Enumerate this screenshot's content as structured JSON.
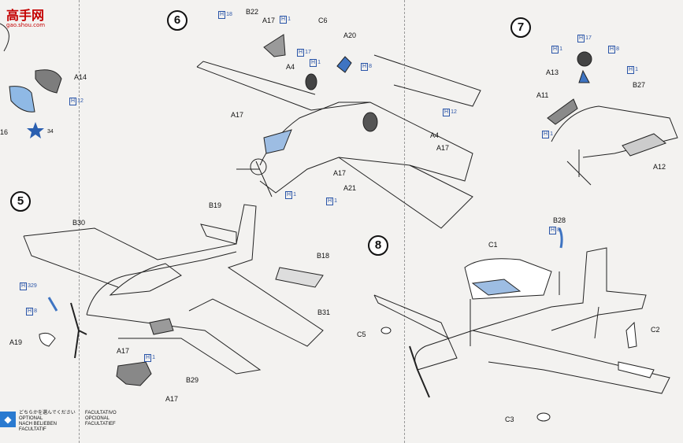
{
  "watermark": {
    "title": "高手网",
    "subtitle": "gao.shou.com"
  },
  "steps": [
    {
      "number": "5"
    },
    {
      "number": "6"
    },
    {
      "number": "7"
    },
    {
      "number": "8"
    }
  ],
  "left_partial": {
    "labels": [
      "A14",
      "16"
    ],
    "hbox": {
      "code": "H",
      "num": "12"
    },
    "star_ref": "34"
  },
  "step6": {
    "labels": [
      "B22",
      "A17",
      "C6",
      "A20",
      "A4",
      "A17",
      "A4",
      "A17",
      "A17",
      "A21"
    ],
    "hboxes": [
      {
        "code": "H",
        "num": "18"
      },
      {
        "code": "H",
        "num": "1"
      },
      {
        "code": "H",
        "num": "17"
      },
      {
        "code": "H",
        "num": "1"
      },
      {
        "code": "H",
        "num": "8"
      },
      {
        "code": "H",
        "num": "12"
      },
      {
        "code": "H",
        "num": "1"
      },
      {
        "code": "H",
        "num": "1"
      }
    ]
  },
  "step7": {
    "labels": [
      "A13",
      "B27",
      "A11",
      "A12"
    ],
    "hboxes": [
      {
        "code": "H",
        "num": "17"
      },
      {
        "code": "H",
        "num": "1"
      },
      {
        "code": "H",
        "num": "8"
      },
      {
        "code": "H",
        "num": "1"
      },
      {
        "code": "H",
        "num": "1"
      }
    ]
  },
  "step5": {
    "labels": [
      "B19",
      "B30",
      "B18",
      "B31",
      "A19",
      "A17",
      "B29",
      "A17"
    ],
    "hboxes": [
      {
        "code": "H",
        "num": "329"
      },
      {
        "code": "H",
        "num": "8"
      },
      {
        "code": "H",
        "num": "1"
      }
    ]
  },
  "step8": {
    "labels": [
      "B28",
      "C1",
      "C5",
      "C2",
      "C3"
    ],
    "hboxes": [
      {
        "code": "H",
        "num": "8"
      }
    ]
  },
  "optional_note": {
    "jp": "どちらかを選んでください",
    "lines": [
      "OPTIONAL",
      "NACH BELIEBEN",
      "FACULTATIF"
    ],
    "lines2": [
      "FACULTATIVO",
      "OPCIONAL",
      "FACULTATIEF"
    ]
  }
}
